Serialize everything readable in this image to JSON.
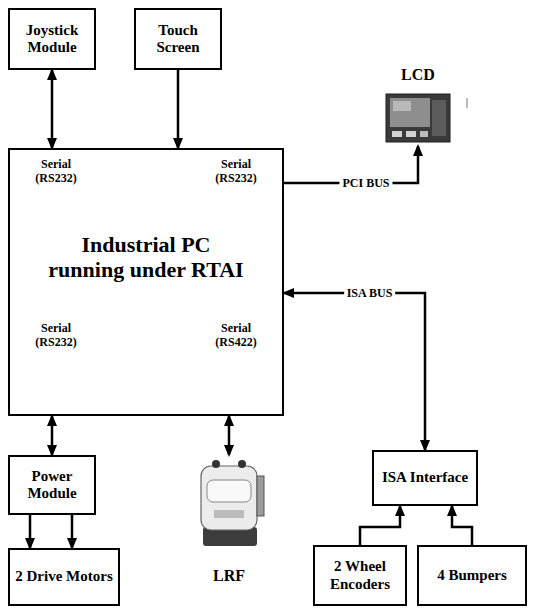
{
  "diagram": {
    "nodes": [
      {
        "text": [
          "Joystick Module"
        ]
      },
      {
        "text": [
          "Touch Screen"
        ]
      },
      {
        "text": [
          "LCD"
        ]
      },
      {
        "text": [
          "Serial (RS232)",
          "Serial (RS232)",
          "Industrial PC running under RTAI",
          "Serial (RS232)",
          "Serial (RS422)"
        ]
      },
      {
        "text": [
          "Power Module"
        ]
      },
      {
        "text": [
          "LRF"
        ]
      },
      {
        "text": [
          "ISA Interface"
        ]
      },
      {
        "text": [
          "2 Drive Motors"
        ]
      },
      {
        "text": [
          "2 Wheel Encoders"
        ]
      },
      {
        "text": [
          "4 Bumpers"
        ]
      }
    ],
    "edges": [
      {
        "from": 0,
        "to": 3,
        "arrow": "both"
      },
      {
        "from": 1,
        "to": 3,
        "arrow": "to"
      },
      {
        "from": 3,
        "to": 2,
        "label": "PCI BUS",
        "arrow": "to"
      },
      {
        "from": 3,
        "to": 6,
        "label": "ISA BUS",
        "arrow": "both"
      },
      {
        "from": 3,
        "to": 4,
        "arrow": "both"
      },
      {
        "from": 3,
        "to": 5,
        "arrow": "both"
      },
      {
        "from": 4,
        "to": 7,
        "arrow": "to"
      },
      {
        "from": 4,
        "to": 7,
        "arrow": "to"
      },
      {
        "from": 8,
        "to": 6,
        "arrow": "to"
      },
      {
        "from": 9,
        "to": 6,
        "arrow": "to"
      }
    ]
  }
}
